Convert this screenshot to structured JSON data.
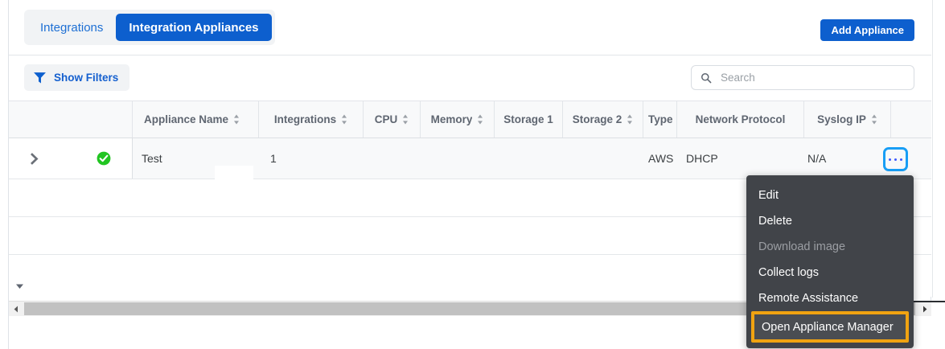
{
  "tabs": {
    "items": [
      {
        "label": "Integrations",
        "active": false
      },
      {
        "label": "Integration Appliances",
        "active": true
      }
    ]
  },
  "header": {
    "add_appliance_label": "Add Appliance"
  },
  "toolbar": {
    "show_filters_label": "Show Filters",
    "filter_icon": "funnel-icon",
    "search": {
      "placeholder": "Search",
      "value": "",
      "icon": "search-icon"
    }
  },
  "table": {
    "columns": [
      {
        "label": "",
        "sortable": false,
        "width": 154
      },
      {
        "label": "Appliance Name",
        "sortable": true,
        "width": 157
      },
      {
        "label": "Integrations",
        "sortable": true,
        "width": 130
      },
      {
        "label": "CPU",
        "sortable": true,
        "width": 71
      },
      {
        "label": "Memory",
        "sortable": true,
        "width": 92
      },
      {
        "label": "Storage 1",
        "sortable": false,
        "width": 85
      },
      {
        "label": "Storage 2",
        "sortable": true,
        "width": 100
      },
      {
        "label": "Type",
        "sortable": true,
        "width": 42
      },
      {
        "label": "Network Protocol",
        "sortable": true,
        "width": 158
      },
      {
        "label": "Syslog IP",
        "sortable": true,
        "width": 108
      },
      {
        "label": "",
        "sortable": false,
        "width": 150
      }
    ],
    "rows": [
      {
        "expand_icon": "chevron-right-icon",
        "status_icon": "status-ok-check-icon",
        "appliance_name": "Test",
        "integrations": "1",
        "cpu": "",
        "memory": "",
        "storage_1": "",
        "storage_2": "",
        "type": "AWS",
        "network_protocol": "DHCP",
        "syslog_ip": "N/A",
        "actions_icon": "kebab-menu-icon"
      },
      {
        "empty": true
      },
      {
        "empty": true
      },
      {
        "empty": true
      }
    ]
  },
  "context_menu": {
    "items": [
      {
        "label": "Edit",
        "disabled": false,
        "highlighted": false
      },
      {
        "label": "Delete",
        "disabled": false,
        "highlighted": false
      },
      {
        "label": "Download image",
        "disabled": true,
        "highlighted": false
      },
      {
        "label": "Collect logs",
        "disabled": false,
        "highlighted": false
      },
      {
        "label": "Remote Assistance",
        "disabled": false,
        "highlighted": false
      },
      {
        "label": "Open Appliance Manager",
        "disabled": false,
        "highlighted": true
      }
    ]
  },
  "scrollbar": {
    "left_arrow_icon": "caret-left-icon",
    "right_arrow_icon": "caret-right-icon"
  },
  "colors": {
    "brand_blue": "#0d5fce",
    "link_blue": "#1560cf",
    "focus_ring_blue": "#189ef5",
    "status_green": "#22b822",
    "highlight_orange": "#f0a311",
    "menu_background": "#414449",
    "header_background": "#f8f9fa"
  }
}
